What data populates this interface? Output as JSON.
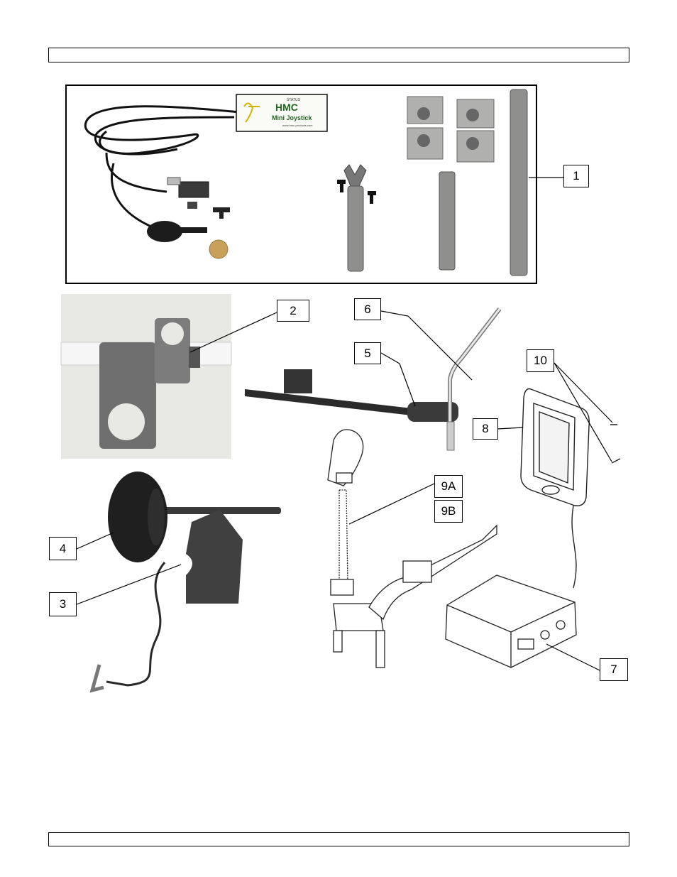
{
  "callouts": {
    "c1": "1",
    "c2": "2",
    "c3": "3",
    "c4": "4",
    "c5": "5",
    "c6": "6",
    "c7": "7",
    "c8": "8",
    "c9a": "9A",
    "c9b": "9B",
    "c10": "10"
  },
  "module": {
    "brand": "HMC",
    "product": "Mini Joystick",
    "status_label": "STATUS",
    "website": "www.hmc-products.com"
  },
  "colors": {
    "line": "#000000",
    "photo_background": "#e6e6e2",
    "metal": "#9a9a98",
    "dark_part": "#2a2a2a"
  }
}
